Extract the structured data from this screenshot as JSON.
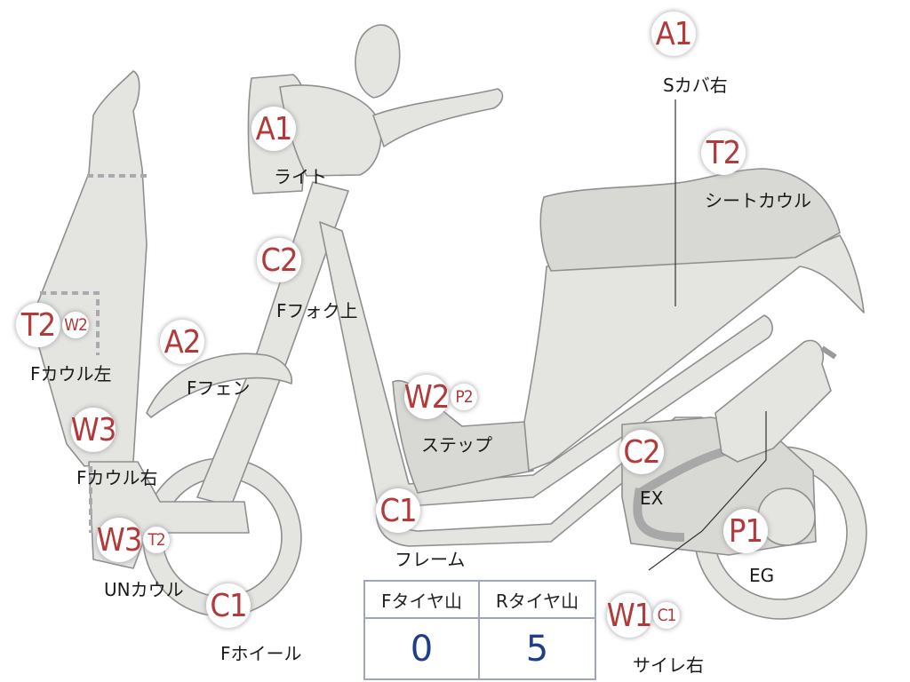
{
  "markers": [
    {
      "id": "light",
      "grades": [
        "A1"
      ],
      "label": "ライト"
    },
    {
      "id": "f-fork-upper",
      "grades": [
        "C2"
      ],
      "label": "Fフォク上"
    },
    {
      "id": "f-fender",
      "grades": [
        "A2"
      ],
      "label": "Fフェン"
    },
    {
      "id": "f-cowl-left",
      "grades": [
        "T2",
        "W2"
      ],
      "label": "Fカウル左"
    },
    {
      "id": "f-cowl-right",
      "grades": [
        "W3"
      ],
      "label": "Fカウル右"
    },
    {
      "id": "under-cowl",
      "grades": [
        "W3",
        "T2"
      ],
      "label": "UNカウル"
    },
    {
      "id": "f-wheel",
      "grades": [
        "C1"
      ],
      "label": "Fホイール"
    },
    {
      "id": "step",
      "grades": [
        "W2",
        "P2"
      ],
      "label": "ステップ"
    },
    {
      "id": "frame",
      "grades": [
        "C1"
      ],
      "label": "フレーム"
    },
    {
      "id": "s-cover-right",
      "grades": [
        "A1"
      ],
      "label": "Sカバ右"
    },
    {
      "id": "seat-cowl",
      "grades": [
        "T2"
      ],
      "label": "シートカウル"
    },
    {
      "id": "exhaust",
      "grades": [
        "C2"
      ],
      "label": "EX"
    },
    {
      "id": "engine",
      "grades": [
        "P1"
      ],
      "label": "EG"
    },
    {
      "id": "silencer-right",
      "grades": [
        "W1",
        "C1"
      ],
      "label": "サイレ右"
    }
  ],
  "tire_table": {
    "headers": [
      "Fタイヤ山",
      "Rタイヤ山"
    ],
    "values": [
      "0",
      "5"
    ]
  },
  "colors": {
    "grade_text": "#b23a3a",
    "tire_value": "#1f3e8a",
    "part_fill": "#e4e4e1",
    "part_outline": "#8f8f8f"
  }
}
